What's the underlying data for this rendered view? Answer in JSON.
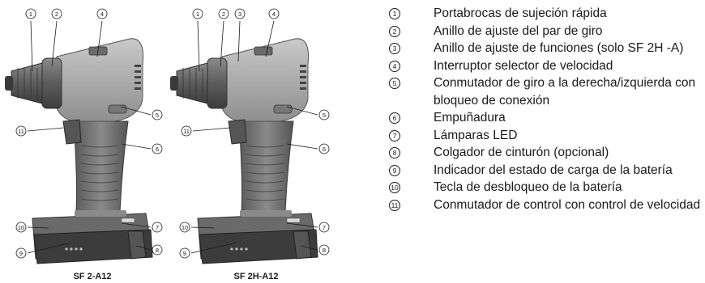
{
  "drills": [
    {
      "model": "SF 2-A12"
    },
    {
      "model": "SF 2H-A12"
    }
  ],
  "callout_numbers": [
    "1",
    "2",
    "3",
    "4",
    "5",
    "6",
    "7",
    "8",
    "9",
    "10",
    "11"
  ],
  "legend": [
    {
      "num": "1",
      "text": "Portabrocas de sujeción rápida"
    },
    {
      "num": "2",
      "text": "Anillo de ajuste del par de giro"
    },
    {
      "num": "3",
      "text": "Anillo de ajuste de funciones (solo SF 2H -A)"
    },
    {
      "num": "4",
      "text": "Interruptor selector de velocidad"
    },
    {
      "num": "5",
      "text": "Conmutador de giro a la derecha/izquierda con bloqueo de conexión"
    },
    {
      "num": "6",
      "text": "Empuñadura"
    },
    {
      "num": "7",
      "text": "Lámparas LED"
    },
    {
      "num": "8",
      "text": "Colgador de cinturón (opcional)"
    },
    {
      "num": "9",
      "text": "Indicador del estado de carga de la batería"
    },
    {
      "num": "10",
      "text": "Tecla de desbloqueo de la batería"
    },
    {
      "num": "11",
      "text": "Conmutador de control con control de velocidad"
    }
  ]
}
